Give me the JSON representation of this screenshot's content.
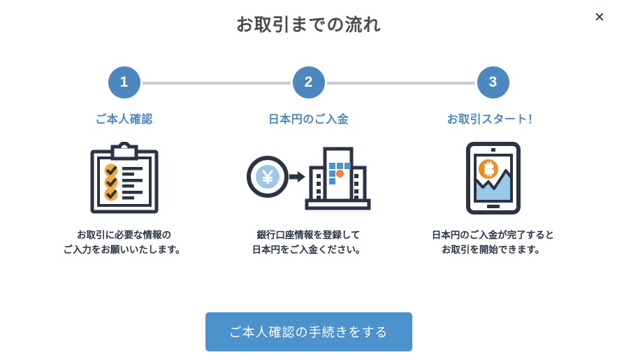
{
  "modal": {
    "title": "お取引までの流れ",
    "close_label": "✕",
    "close_icon": "close-icon"
  },
  "steps": [
    {
      "number": "1",
      "label": "ご本人確認",
      "icon": "clipboard-checklist-icon",
      "desc_line1": "お取引に必要な情報の",
      "desc_line2": "ご入力をお願いいたします。"
    },
    {
      "number": "2",
      "label": "日本円のご入金",
      "icon": "yen-coin-to-bank-icon",
      "desc_line1": "銀行口座情報を登録して",
      "desc_line2": "日本円をご入金ください。"
    },
    {
      "number": "3",
      "label": "お取引スタート！",
      "icon": "tablet-bitcoin-chart-icon",
      "desc_line1": "日本円のご入金が完了すると",
      "desc_line2": "お取引を開始できます。"
    }
  ],
  "cta": {
    "label": "ご本人確認の手続きをする"
  },
  "colors": {
    "accent_blue": "#4c87c0",
    "button_blue": "#4c92cc",
    "title_gray": "#4c4c4c",
    "text_dark": "#2b3445",
    "connector_gray": "#c9cacb",
    "icon_dark": "#2b3445",
    "icon_orange": "#f5a93c",
    "icon_light_blue": "#9cc8e8",
    "icon_blue": "#4c92cc",
    "bitcoin_orange": "#f08c1e"
  }
}
